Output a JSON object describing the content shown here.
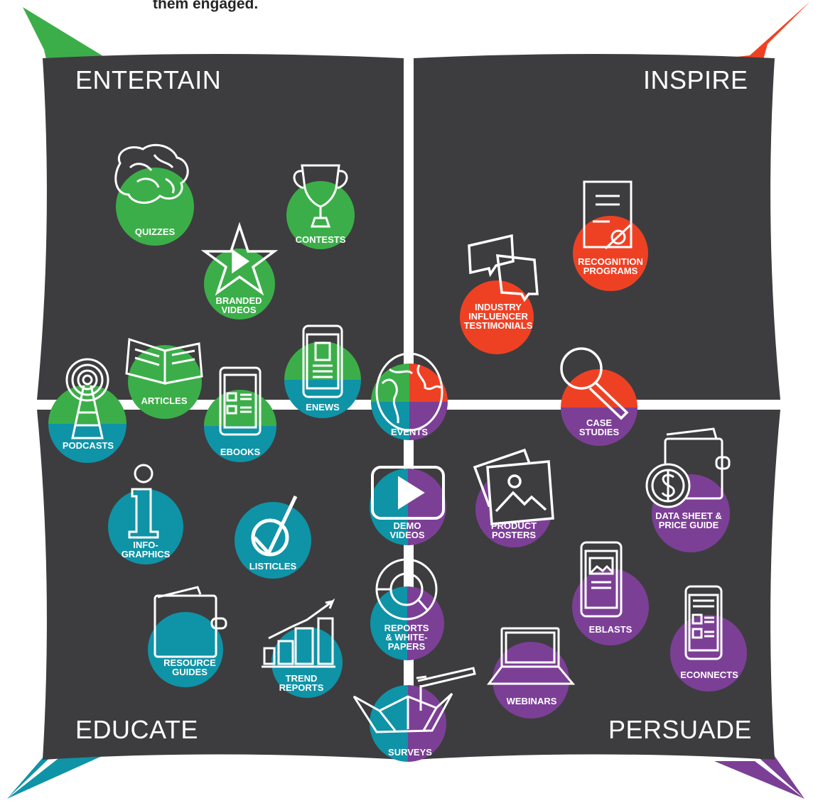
{
  "intro_text": "them engaged.",
  "colors": {
    "background": "#ffffff",
    "quadrant": "#3d3d3f",
    "divider": "#ffffff",
    "entertain": "#3cae49",
    "inspire": "#ee4124",
    "educate": "#0f93a7",
    "persuade": "#7c3f96",
    "icon_stroke": "#ffffff"
  },
  "quadrants": {
    "entertain": "ENTERTAIN",
    "inspire": "INSPIRE",
    "educate": "EDUCATE",
    "persuade": "PERSUADE"
  },
  "nodes": [
    {
      "id": "quizzes",
      "label": "QUIZZES",
      "icon": "brain-icon",
      "colors": [
        "entertain"
      ]
    },
    {
      "id": "contests",
      "label": "CONTESTS",
      "icon": "trophy-icon",
      "colors": [
        "entertain"
      ]
    },
    {
      "id": "branded-videos",
      "label": "BRANDED\nVIDEOS",
      "icon": "star-play-icon",
      "colors": [
        "entertain"
      ]
    },
    {
      "id": "recognition-programs",
      "label": "RECOGNITION\nPROGRAMS",
      "icon": "certificate-icon",
      "colors": [
        "inspire"
      ]
    },
    {
      "id": "industry-influencer-testimonials",
      "label": "INDUSTRY\nINFLUENCER\nTESTIMONIALS",
      "icon": "speech-bubbles-icon",
      "colors": [
        "inspire"
      ]
    },
    {
      "id": "articles",
      "label": "ARTICLES",
      "icon": "open-book-icon",
      "colors": [
        "entertain"
      ]
    },
    {
      "id": "podcasts",
      "label": "PODCASTS",
      "icon": "broadcast-tower-icon",
      "colors": [
        "entertain",
        "educate"
      ]
    },
    {
      "id": "ebooks",
      "label": "EBOOKS",
      "icon": "tablet-icon",
      "colors": [
        "entertain",
        "educate"
      ]
    },
    {
      "id": "enews",
      "label": "ENEWS",
      "icon": "smartphone-icon",
      "colors": [
        "entertain",
        "educate"
      ]
    },
    {
      "id": "events",
      "label": "EVENTS",
      "icon": "globe-icon",
      "colors": [
        "entertain",
        "inspire",
        "educate",
        "persuade"
      ]
    },
    {
      "id": "case-studies",
      "label": "CASE\nSTUDIES",
      "icon": "magnifier-icon",
      "colors": [
        "inspire",
        "persuade"
      ]
    },
    {
      "id": "infographics",
      "label": "INFO-\nGRAPHICS",
      "icon": "info-icon",
      "colors": [
        "educate"
      ]
    },
    {
      "id": "listicles",
      "label": "LISTICLES",
      "icon": "checkmark-icon",
      "colors": [
        "educate"
      ]
    },
    {
      "id": "demo-videos",
      "label": "DEMO\nVIDEOS",
      "icon": "video-player-icon",
      "colors": [
        "educate",
        "persuade"
      ]
    },
    {
      "id": "product-posters",
      "label": "PRODUCT\nPOSTERS",
      "icon": "picture-frames-icon",
      "colors": [
        "persuade"
      ]
    },
    {
      "id": "data-sheet-price-guide",
      "label": "DATA SHEET &\nPRICE GUIDE",
      "icon": "wallet-dollar-icon",
      "colors": [
        "persuade"
      ]
    },
    {
      "id": "resource-guides",
      "label": "RESOURCE\nGUIDES",
      "icon": "binder-icon",
      "colors": [
        "educate"
      ]
    },
    {
      "id": "trend-reports",
      "label": "TREND\nREPORTS",
      "icon": "bar-chart-icon",
      "colors": [
        "educate"
      ]
    },
    {
      "id": "reports-white-papers",
      "label": "REPORTS\n& WHITE-\nPAPERS",
      "icon": "donut-chart-icon",
      "colors": [
        "educate",
        "persuade"
      ]
    },
    {
      "id": "eblasts",
      "label": "EBLASTS",
      "icon": "smartphone-image-icon",
      "colors": [
        "persuade"
      ]
    },
    {
      "id": "econnects",
      "label": "ECONNECTS",
      "icon": "smartphone-list-icon",
      "colors": [
        "persuade"
      ]
    },
    {
      "id": "webinars",
      "label": "WEBINARS",
      "icon": "laptop-icon",
      "colors": [
        "persuade"
      ]
    },
    {
      "id": "surveys",
      "label": "SURVEYS",
      "icon": "paper-boat-telescope-icon",
      "colors": [
        "educate",
        "persuade"
      ]
    }
  ]
}
